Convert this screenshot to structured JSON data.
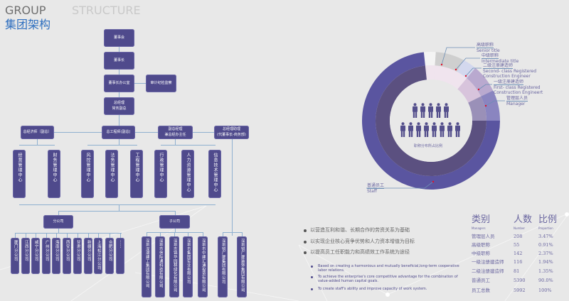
{
  "header": {
    "title_en_1": "GROUP",
    "title_en_2": "STRUCTURE",
    "title_cn": "集团架构"
  },
  "org": {
    "board": "董事会",
    "chairman": "董事长",
    "chairman_office": "董事长办公室",
    "audit": "审计纪检监察",
    "gm": "总经理\n常务副总",
    "level2": [
      "总经济师（副总）",
      "总工程师(副总)",
      "副总经理\n兼总经办主任",
      "总经理助理\n(代董事长-商务部)"
    ],
    "centers": [
      "经营管理中心",
      "财务管理中心",
      "风控管理中心",
      "法务管理中心",
      "工程管理中心",
      "行政管理中心",
      "人力资源管理中心",
      "信息技术管理中心"
    ],
    "branch_label": "分公司",
    "subsidiary_label": "子公司",
    "branches": [
      "厦门分公司",
      "江西分公司",
      "咸宁分公司",
      "广州分公司",
      "海南分公司",
      "西安分公司",
      "甘肃分公司",
      "新疆分公司",
      "上海松江分公司",
      "合肥分公司",
      "……"
    ],
    "subsidiaries": [
      "深圳深潮建工集团有限公司",
      "深圳市信际通科技有限公司",
      "深圳市锦华园林绿化有限公司",
      "深圳市集国实业有限公司",
      "深圳市中建汇通投资有限公司"
    ],
    "assistant_companies": [
      "深圳锐广厦集团有限公司",
      "深圳锐广厦装饰集团有限公司"
    ]
  },
  "donut": {
    "center_label": "职称分布所占比例",
    "segments": [
      {
        "cn": "高级职称",
        "en": "Senior title",
        "color": "#f4f4f4"
      },
      {
        "cn": "中级职称",
        "en": "Intermediate title",
        "color": "#cfcfcf"
      },
      {
        "cn": "二级注册建造师",
        "en": "Second- class Registered\nConstruction Engineer",
        "color": "#d3d8ee"
      },
      {
        "cn": "一级注册建造师",
        "en": "First- class Registered\nConstruction Engineert",
        "color": "#b9a9cf"
      },
      {
        "cn": "管理层人员",
        "en": "Manager",
        "color": "#8a85c0"
      },
      {
        "cn": "普通员工",
        "en": "Staff",
        "color": "#5a55a0"
      }
    ]
  },
  "bullets_cn": [
    "以营造互利和谐、长期合作的劳资关系为基础",
    "以实现企业核心竞争优势和人力资本增值为目标",
    "以提高员工任职能力和高绩效工作系统为途径"
  ],
  "bullets_en": [
    "Based on creating a harmonious and mutually beneficial,long-term cooperative labor relations.",
    "To achieve the enterprise's core competitive advantage for the combination of value-added human capital goals.",
    "To create staff's ability and improve capacity of work system."
  ],
  "table": {
    "headers": [
      {
        "cn": "类别",
        "en": "Managers"
      },
      {
        "cn": "人数",
        "en": "Number"
      },
      {
        "cn": "比例",
        "en": "Proportion"
      }
    ],
    "rows": [
      [
        "管理层人员",
        "208",
        "3.47%"
      ],
      [
        "高级职称",
        "55",
        "0.91%"
      ],
      [
        "中级职称",
        "142",
        "2.37%"
      ],
      [
        "一级注册建造师",
        "116",
        "1.94%"
      ],
      [
        "二级注册建造师",
        "81",
        "1.35%"
      ],
      [
        "普通员工",
        "5390",
        "90.0%"
      ],
      [
        "员工总数",
        "5992",
        "100%"
      ]
    ]
  }
}
